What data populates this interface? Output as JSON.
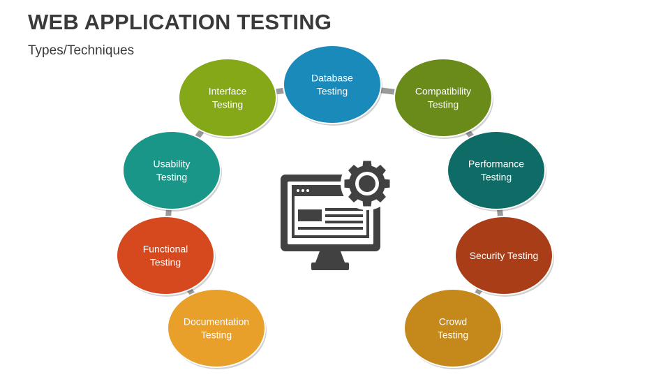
{
  "header": {
    "title": "WEB APPLICATION TESTING",
    "subtitle": "Types/Techniques"
  },
  "nodes": [
    {
      "id": "documentation",
      "lines": [
        "Documentation",
        "Testing"
      ],
      "color": "#E9A02A"
    },
    {
      "id": "functional",
      "lines": [
        "Functional",
        "Testing"
      ],
      "color": "#D6481E"
    },
    {
      "id": "usability",
      "lines": [
        "Usability",
        "Testing"
      ],
      "color": "#1A9688"
    },
    {
      "id": "interface",
      "lines": [
        "Interface",
        "Testing"
      ],
      "color": "#84A818"
    },
    {
      "id": "database",
      "lines": [
        "Database",
        "Testing"
      ],
      "color": "#1A8ABA"
    },
    {
      "id": "compatibility",
      "lines": [
        "Compatibility",
        "Testing"
      ],
      "color": "#6A8B1A"
    },
    {
      "id": "performance",
      "lines": [
        "Performance",
        "Testing"
      ],
      "color": "#0F6B66"
    },
    {
      "id": "security",
      "lines": [
        "Security Testing"
      ],
      "color": "#A83D17"
    },
    {
      "id": "crowd",
      "lines": [
        "Crowd",
        "Testing"
      ],
      "color": "#C4891A"
    }
  ],
  "icons": {
    "center": "computer-gear-icon"
  },
  "colors": {
    "connector": "#9A9A9A",
    "icon": "#414141",
    "title": "#3A3A3A"
  }
}
